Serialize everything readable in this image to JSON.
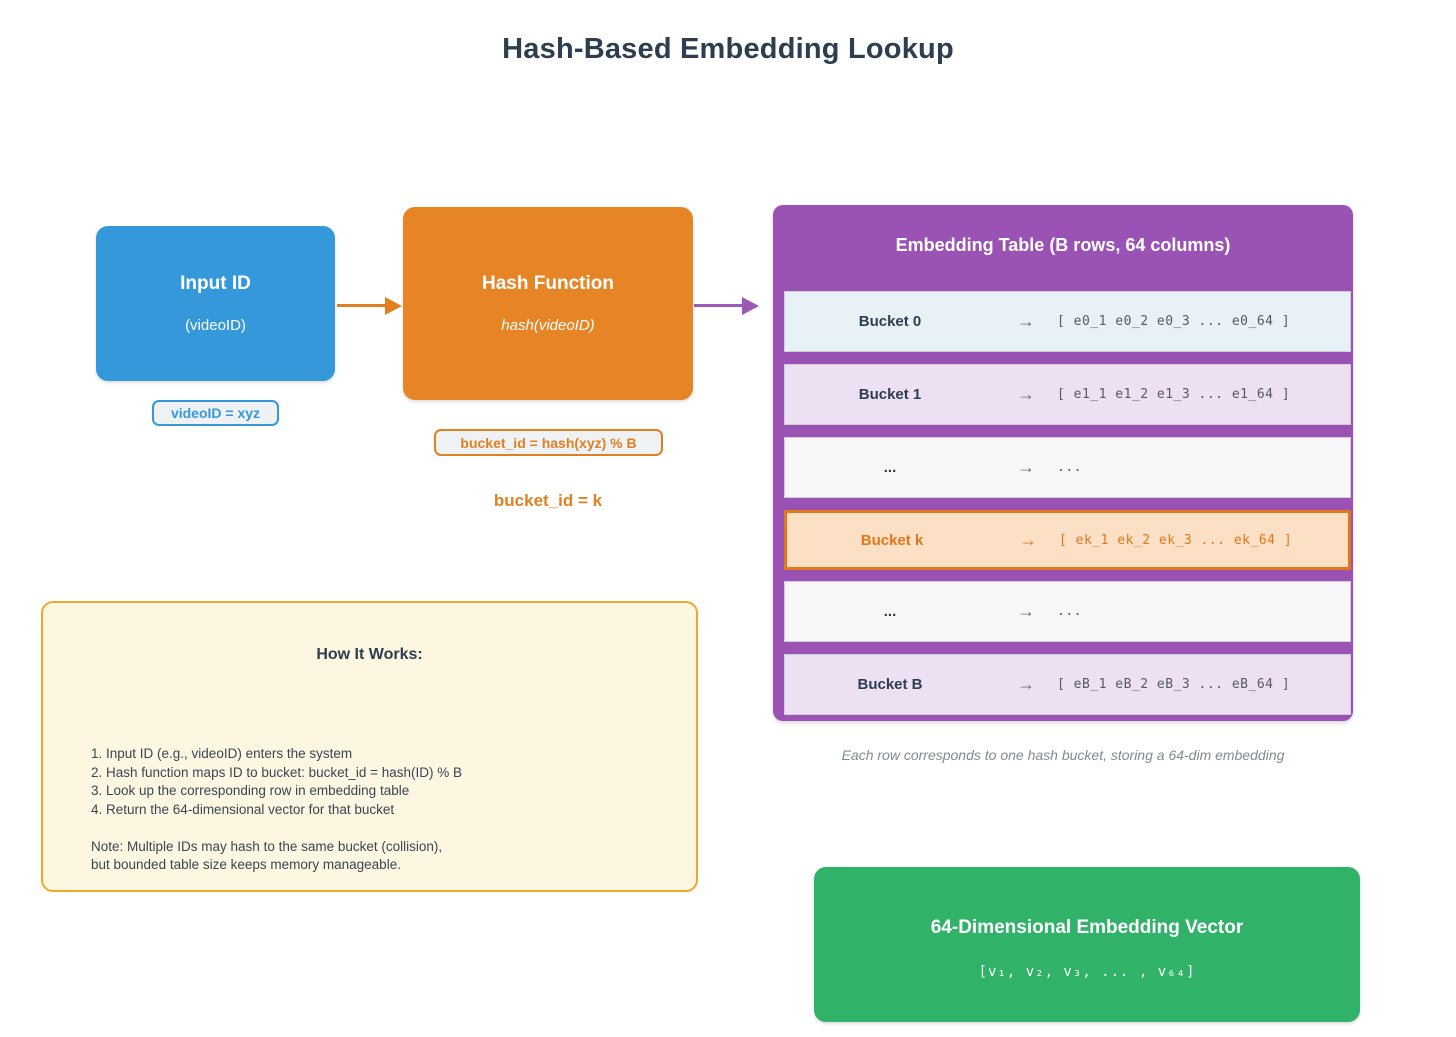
{
  "title": "Hash-Based Embedding Lookup",
  "flow": {
    "input": {
      "title": "Input ID",
      "subtitle": "(videoID)",
      "color": "#3498db",
      "badge": "videoID = xyz"
    },
    "hash": {
      "title": "Hash Function",
      "subtitle": "hash(videoID)",
      "color": "#e78426",
      "badge": "bucket_id = hash(xyz) % B",
      "result_label": "bucket_id = k"
    },
    "arrow1_color": "#e08020",
    "arrow2_color": "#9b59b6"
  },
  "table": {
    "header": "Embedding Table (B rows, 64 columns)",
    "container_color": "#9b52b5",
    "arrow_glyph": "→",
    "caption": "Each row corresponds to one hash bucket, storing a 64-dim embedding",
    "rows": [
      {
        "label": "Bucket 0",
        "arrow": "→",
        "vector": "[ e0_1  e0_2  e0_3  ...  e0_64 ]",
        "bg": "#e7f1f6",
        "highlighted": false
      },
      {
        "label": "Bucket 1",
        "arrow": "→",
        "vector": "[ e1_1  e1_2  e1_3  ...  e1_64 ]",
        "bg": "#ece0f2",
        "highlighted": false
      },
      {
        "label": "...",
        "arrow": "→",
        "vector": "...",
        "bg": "#f7f7f7",
        "highlighted": false
      },
      {
        "label": "Bucket k",
        "arrow": "→",
        "vector": "[ ek_1  ek_2  ek_3  ...  ek_64 ]",
        "bg": "#fbe0c5",
        "highlighted": true
      },
      {
        "label": "...",
        "arrow": "→",
        "vector": "...",
        "bg": "#f7f7f7",
        "highlighted": false
      },
      {
        "label": "Bucket B",
        "arrow": "→",
        "vector": "[ eB_1  eB_2  eB_3  ...  eB_64 ]",
        "bg": "#ece0f2",
        "highlighted": false
      }
    ]
  },
  "how_it_works": {
    "title": "How It Works:",
    "body": "1. Input ID (e.g., videoID) enters the system\n2. Hash function maps ID to bucket: bucket_id = hash(ID) % B\n3. Look up the corresponding row in embedding table\n4. Return the 64-dimensional vector for that bucket\n\nNote: Multiple IDs may hash to the same bucket (collision),\nbut bounded table size keeps memory manageable.",
    "border_color": "#f0a828",
    "bg_color": "#fdf6e0"
  },
  "output": {
    "title": "64-Dimensional Embedding Vector",
    "vector": "[v₁, v₂, v₃, ... , v₆₄]",
    "color": "#30b268"
  }
}
